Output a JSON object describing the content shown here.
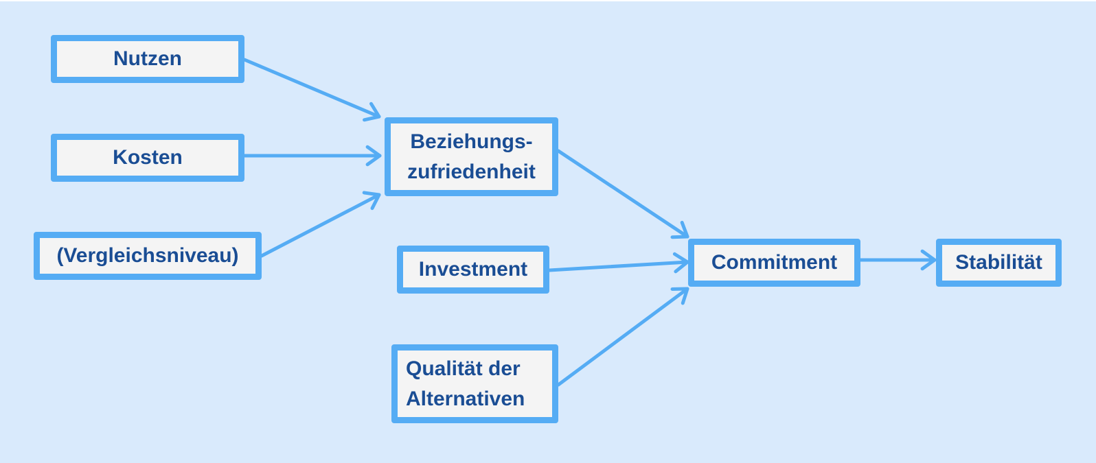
{
  "nodes": {
    "nutzen": "Nutzen",
    "kosten": "Kosten",
    "vergleichsniveau": "(Vergleichsniveau)",
    "beziehungszufriedenheit": "Beziehungs-\nzufriedenheit",
    "investment": "Investment",
    "qualitaet": "Qualität der\nAlternativen",
    "commitment": "Commitment",
    "stabilitaet": "Stabilität"
  },
  "edges": [
    {
      "from": "nutzen",
      "to": "beziehungszufriedenheit"
    },
    {
      "from": "kosten",
      "to": "beziehungszufriedenheit"
    },
    {
      "from": "vergleichsniveau",
      "to": "beziehungszufriedenheit"
    },
    {
      "from": "beziehungszufriedenheit",
      "to": "commitment"
    },
    {
      "from": "investment",
      "to": "commitment"
    },
    {
      "from": "qualitaet",
      "to": "commitment"
    },
    {
      "from": "commitment",
      "to": "stabilitaet"
    }
  ],
  "colors": {
    "background": "#d9eafc",
    "box_border": "#55acf4",
    "box_fill": "#f4f4f4",
    "text": "#1a4d94",
    "arrow": "#55acf4"
  }
}
